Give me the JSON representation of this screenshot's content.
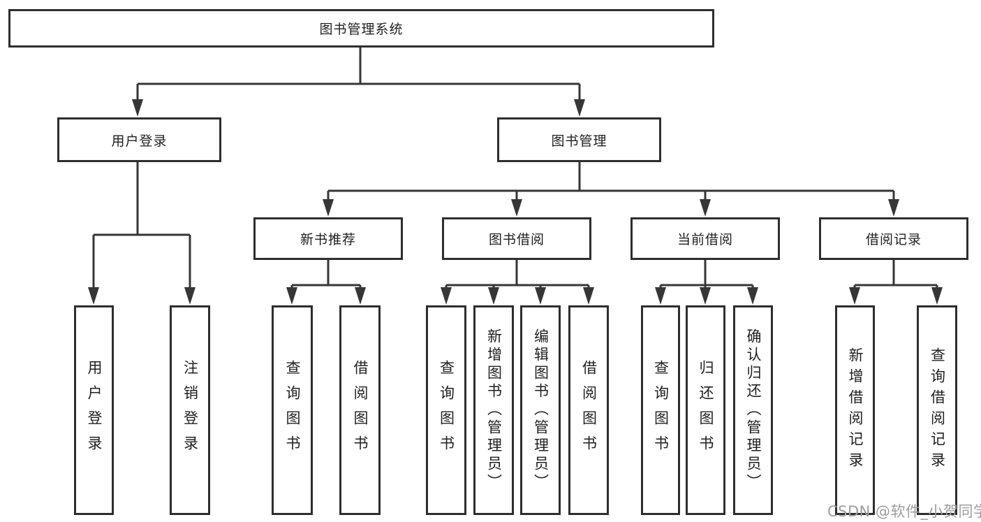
{
  "colors": {
    "line": "#363636",
    "border": "#2e2e2e",
    "text": "#1f1f1f",
    "watermark": "#9d9d9d",
    "background": "#ffffff"
  },
  "watermark": {
    "text": "CSDN @软件_小贺同学"
  },
  "tree": {
    "label": "图书管理系统",
    "children": [
      {
        "label": "用户登录",
        "children": [
          {
            "label": "用户登录"
          },
          {
            "label": "注销登录"
          }
        ]
      },
      {
        "label": "图书管理",
        "children": [
          {
            "label": "新书推荐",
            "children": [
              {
                "label": "查询图书"
              },
              {
                "label": "借阅图书"
              }
            ]
          },
          {
            "label": "图书借阅",
            "children": [
              {
                "label": "查询图书"
              },
              {
                "label": "新增图书（管理员）"
              },
              {
                "label": "编辑图书（管理员）"
              },
              {
                "label": "借阅图书"
              }
            ]
          },
          {
            "label": "当前借阅",
            "children": [
              {
                "label": "查询图书"
              },
              {
                "label": "归还图书"
              },
              {
                "label": "确认归还（管理员）"
              }
            ]
          },
          {
            "label": "借阅记录",
            "children": [
              {
                "label": "新增借阅记录"
              },
              {
                "label": "查询借阅记录"
              }
            ]
          }
        ]
      }
    ]
  }
}
